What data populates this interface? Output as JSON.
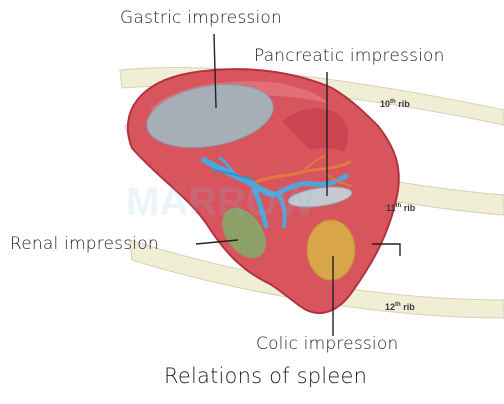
{
  "labels": {
    "gastric": "Gastric impression",
    "pancreatic": "Pancreatic impression",
    "renal": "Renal impression",
    "colic": "Colic impression"
  },
  "ribs": [
    {
      "num": "10",
      "suffix": "th",
      "word": "rib"
    },
    {
      "num": "11",
      "suffix": "th",
      "word": "rib"
    },
    {
      "num": "12",
      "suffix": "th",
      "word": "rib"
    }
  ],
  "caption": "Relations of spleen",
  "watermark": "MARROW",
  "colors": {
    "spleen": "#d9555e",
    "spleen_dark": "#b2333f",
    "gastric": "#a6aeb8",
    "pancreatic": "#c4cad0",
    "renal": "#7fae6a",
    "colic": "#d9a54a",
    "vein": "#4da6d8",
    "artery": "#e07a3c",
    "rib": "#f2efd6"
  }
}
